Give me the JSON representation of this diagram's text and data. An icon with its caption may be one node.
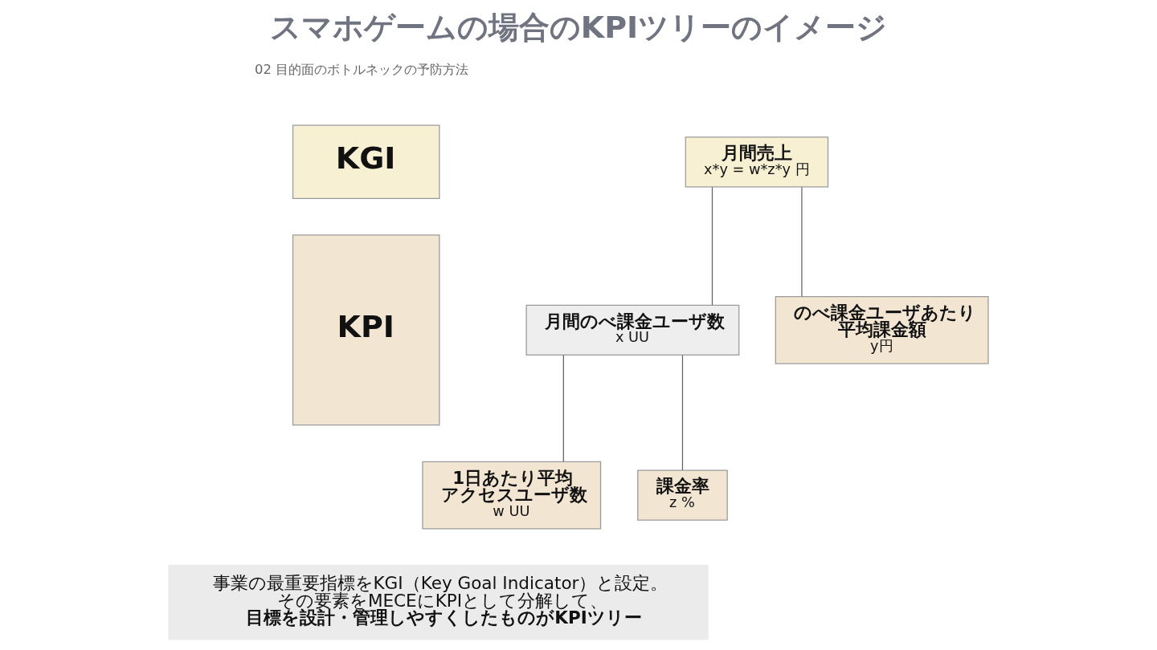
{
  "diagram": {
    "title": "スマホゲームの場合のKPIツリーのイメージ",
    "nodes": [
      {
        "text": [
          "KGI"
        ]
      },
      {
        "text": [
          "KPI"
        ]
      },
      {
        "text": [
          "月間売上",
          "x*y = w*z*y 円"
        ]
      },
      {
        "text": [
          "月間のべ課金ユーザ数",
          "x UU"
        ]
      },
      {
        "text": [
          "のべ課金ユーザあたり平均課金額",
          "y円"
        ]
      },
      {
        "text": [
          "1日あたり平均アクセスユーザ数",
          "w UU"
        ]
      },
      {
        "text": [
          "課金率",
          "z %"
        ]
      },
      {
        "text": [
          "事業の最重要指標をKGI（Key Goal Indicator）と設定。その要素をMECEにKPIとして分解して、",
          "目標を設計・管理しやすくしたものがKPIツリー"
        ]
      }
    ],
    "edges": [
      {
        "from": 2,
        "to": 3,
        "arrow": "none"
      },
      {
        "from": 2,
        "to": 4,
        "arrow": "none"
      },
      {
        "from": 3,
        "to": 5,
        "arrow": "none"
      },
      {
        "from": 3,
        "to": 6,
        "arrow": "none"
      }
    ],
    "labels": [
      "02 目的面のボトルネックの予防方法"
    ]
  }
}
